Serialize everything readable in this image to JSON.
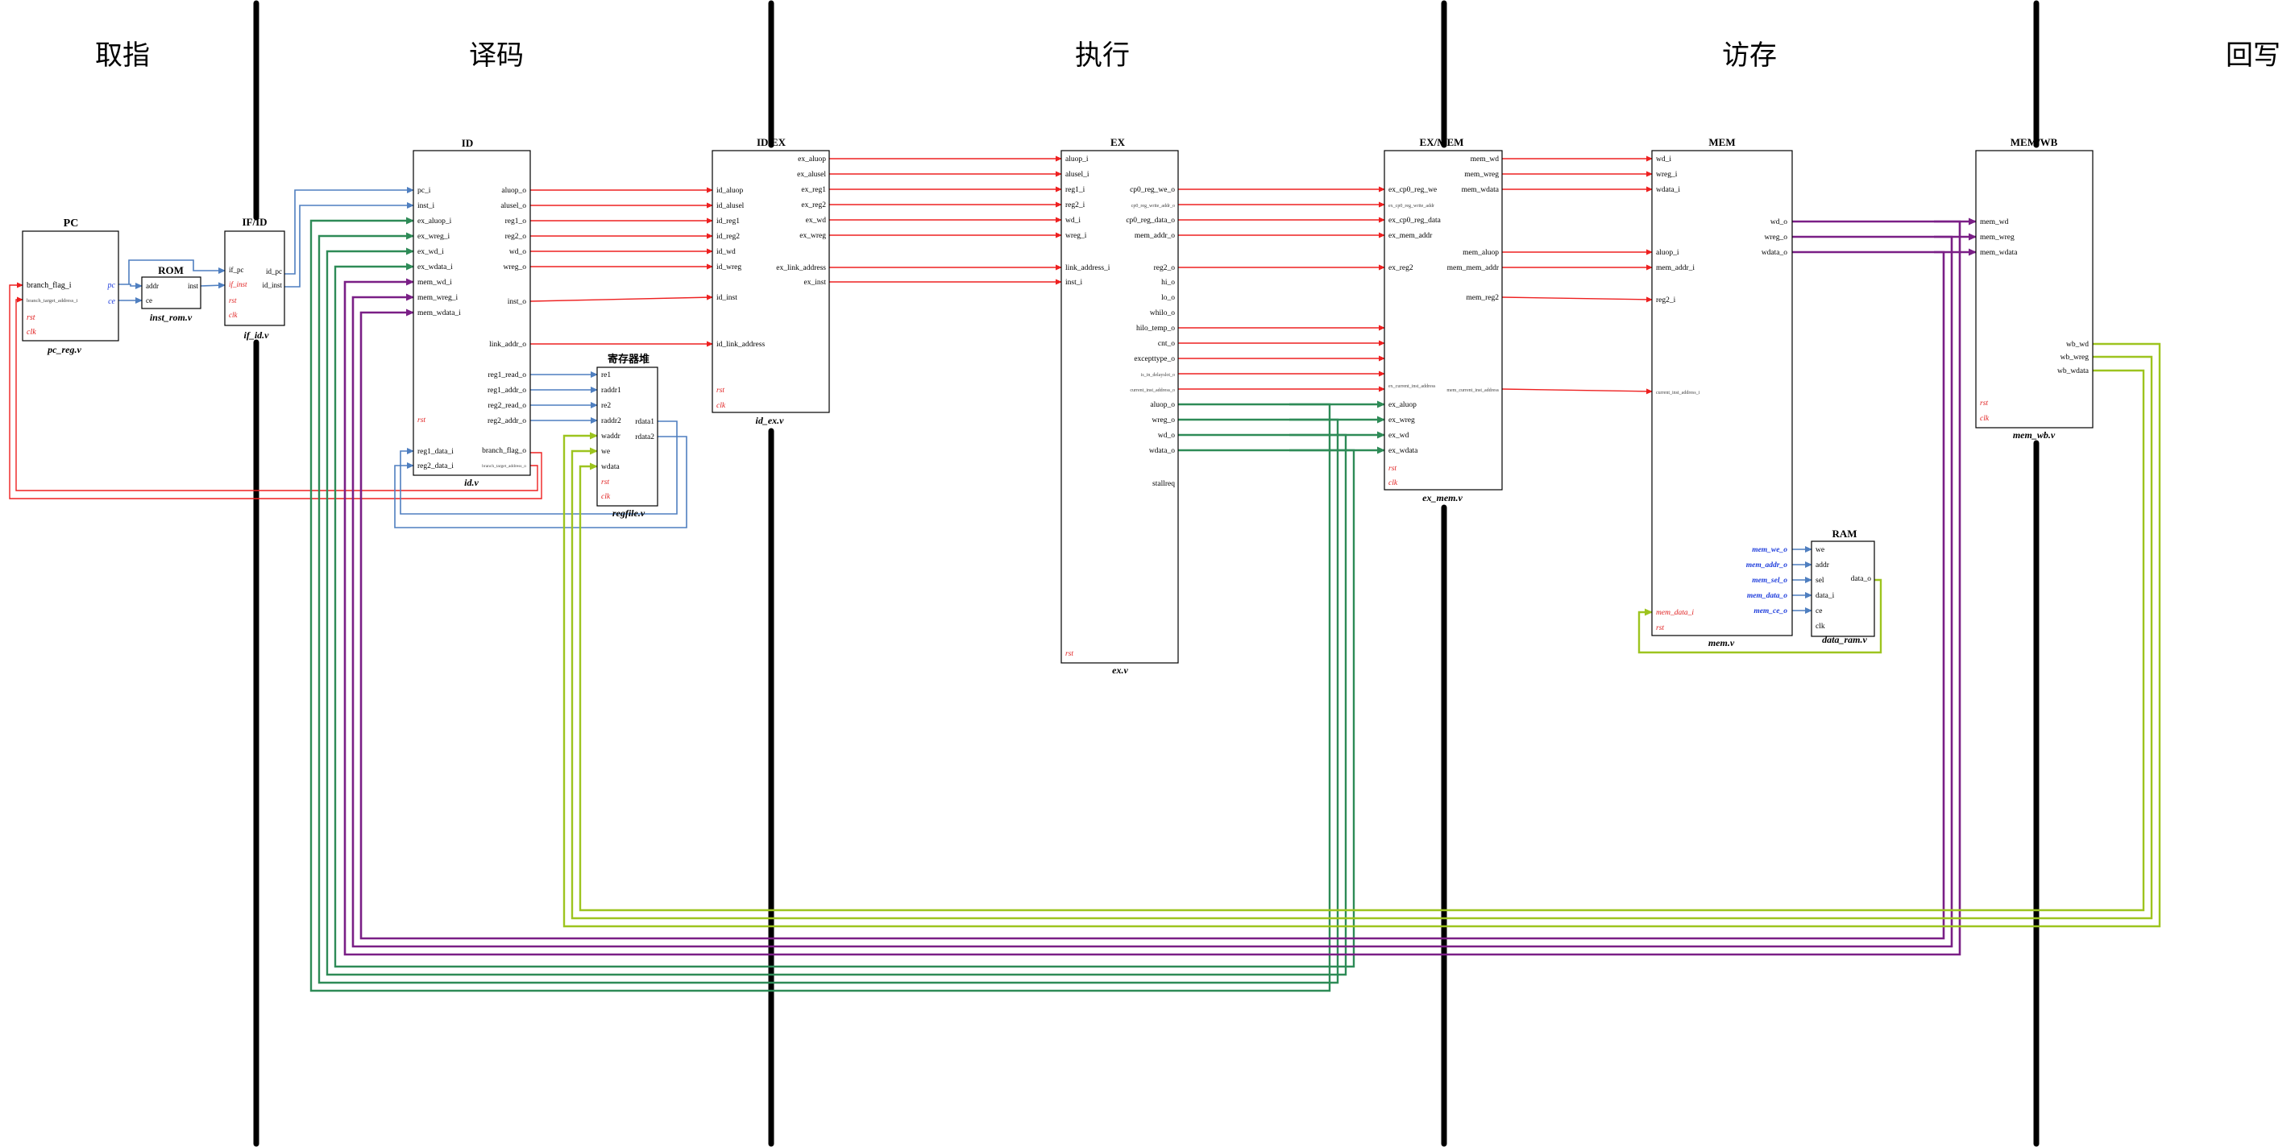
{
  "stages": [
    "取指",
    "译码",
    "执行",
    "访存",
    "回写"
  ],
  "colors": {
    "red": "#ee2020",
    "blue": "#4f7fc0",
    "green": "#2e8b57",
    "purple": "#7a1f86",
    "lime": "#9dc41f",
    "pinkArrow": "#f05060",
    "label_red": "#e02020",
    "label_blue": "#1e3ddc",
    "black": "#000000"
  },
  "modules": {
    "pc": {
      "title": "PC",
      "file": "pc_reg.v",
      "inputs": [
        "branch_flag_i",
        "branch_target_address_i",
        "rst",
        "clk"
      ],
      "outputs": [
        "pc",
        "ce"
      ]
    },
    "rom": {
      "title": "ROM",
      "file": "inst_rom.v",
      "inputs": [
        "addr",
        "ce"
      ],
      "outputs": [
        "inst"
      ]
    },
    "ifid": {
      "title": "IF/ID",
      "file": "if_id.v",
      "inputs": [
        "if_pc",
        "if_inst",
        "rst",
        "clk"
      ],
      "outputs": [
        "id_pc",
        "id_inst"
      ]
    },
    "id": {
      "title": "ID",
      "file": "id.v",
      "inputs": [
        "pc_i",
        "inst_i",
        "ex_aluop_i",
        "ex_wreg_i",
        "ex_wd_i",
        "ex_wdata_i",
        "mem_wd_i",
        "mem_wreg_i",
        "mem_wdata_i"
      ],
      "outputs": [
        "aluop_o",
        "alusel_o",
        "reg1_o",
        "reg2_o",
        "wd_o",
        "wreg_o",
        "inst_o",
        "link_addr_o",
        "reg1_read_o",
        "reg1_addr_o",
        "reg2_read_o",
        "reg2_addr_o",
        "branch_flag_o",
        "branch_target_address_o"
      ],
      "lower_inputs": [
        "reg1_data_i",
        "reg2_data_i"
      ],
      "rst": "rst"
    },
    "regfile": {
      "title": "寄存器堆",
      "file": "regfile.v",
      "inputs": [
        "re1",
        "raddr1",
        "re2",
        "raddr2",
        "waddr",
        "we",
        "wdata",
        "rst",
        "clk"
      ],
      "outputs": [
        "rdata1",
        "rdata2"
      ]
    },
    "idex": {
      "title": "ID/EX",
      "file": "id_ex.v",
      "inputs": [
        "id_aluop",
        "id_alusel",
        "id_reg1",
        "id_reg2",
        "id_wd",
        "id_wreg",
        "id_inst",
        "id_link_address",
        "rst",
        "clk"
      ],
      "outputs": [
        "ex_aluop",
        "ex_alusel",
        "ex_reg1",
        "ex_reg2",
        "ex_wd",
        "ex_wreg",
        "ex_link_address",
        "ex_inst"
      ]
    },
    "ex": {
      "title": "EX",
      "file": "ex.v",
      "inputs": [
        "aluop_i",
        "alusel_i",
        "reg1_i",
        "reg2_i",
        "wd_i",
        "wreg_i",
        "link_address_i",
        "inst_i",
        "rst"
      ],
      "outputs": [
        "cp0_reg_we_o",
        "cp0_reg_write_addr_o",
        "cp0_reg_data_o",
        "mem_addr_o",
        "reg2_o",
        "hi_o",
        "lo_o",
        "whilo_o",
        "hilo_temp_o",
        "cnt_o",
        "excepttype_o",
        "is_in_delayslot_o",
        "current_inst_address_o",
        "aluop_o",
        "wreg_o",
        "wd_o",
        "wdata_o",
        "stallreq"
      ]
    },
    "exmem": {
      "title": "EX/MEM",
      "file": "ex_mem.v",
      "inputs": [
        "ex_cp0_reg_we",
        "ex_cp0_reg_write_addr",
        "ex_cp0_reg_data",
        "ex_mem_addr",
        "ex_reg2",
        "ex_current_inst_address",
        "ex_aluop",
        "ex_wreg",
        "ex_wd",
        "ex_wdata",
        "rst",
        "clk"
      ],
      "outputs": [
        "mem_wd",
        "mem_wreg",
        "mem_wdata",
        "mem_aluop",
        "mem_mem_addr",
        "mem_reg2",
        "mem_current_inst_address"
      ]
    },
    "mem": {
      "title": "MEM",
      "file": "mem.v",
      "inputs": [
        "wd_i",
        "wreg_i",
        "wdata_i",
        "aluop_i",
        "mem_addr_i",
        "reg2_i",
        "current_inst_address_i",
        "mem_data_i",
        "rst"
      ],
      "outputs": [
        "wd_o",
        "wreg_o",
        "wdata_o",
        "mem_we_o",
        "mem_addr_o",
        "mem_sel_o",
        "mem_data_o",
        "mem_ce_o"
      ]
    },
    "ram": {
      "title": "RAM",
      "file": "data_ram.v",
      "inputs": [
        "we",
        "addr",
        "sel",
        "data_i",
        "ce",
        "clk"
      ],
      "outputs": [
        "data_o"
      ]
    },
    "memwb": {
      "title": "MEM/WB",
      "file": "mem_wb.v",
      "inputs": [
        "mem_wd",
        "mem_wreg",
        "mem_wdata",
        "rst",
        "clk"
      ],
      "outputs": [
        "wb_wd",
        "wb_wreg",
        "wb_wdata"
      ]
    }
  }
}
